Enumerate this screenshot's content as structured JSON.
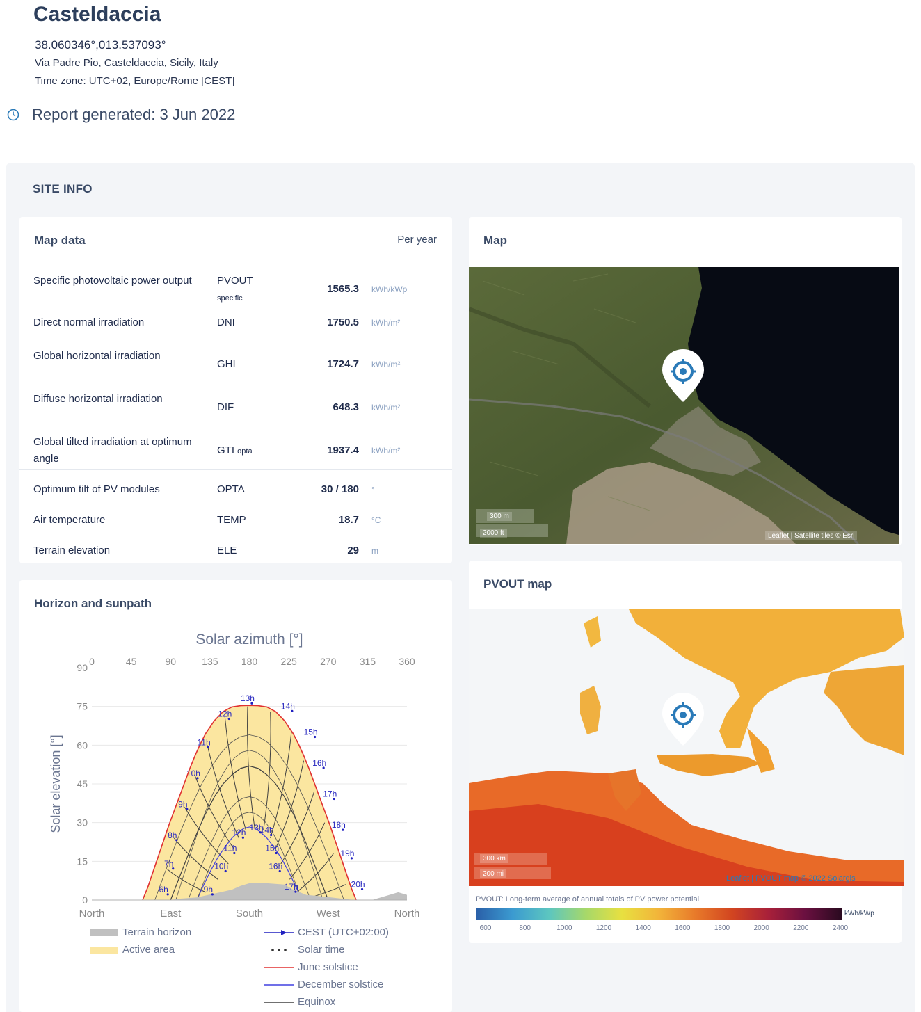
{
  "site": {
    "name": "Casteldaccia",
    "coordinates": "38.060346°,013.537093°",
    "address": "Via Padre Pio, Casteldaccia, Sicily, Italy",
    "timezone": "Time zone: UTC+02, Europe/Rome [CEST]",
    "report": "Report generated: 3 Jun 2022"
  },
  "panel": {
    "title": "SITE INFO"
  },
  "map_data": {
    "title": "Map data",
    "per_year": "Per year",
    "rows": [
      {
        "label": "Specific photovoltaic power output",
        "abbr": "PVOUT",
        "abbr_sub": "specific",
        "value": "1565.3",
        "unit": "kWh/kWp"
      },
      {
        "label": "Direct normal irradiation",
        "abbr": "DNI",
        "abbr_sub": "",
        "value": "1750.5",
        "unit": "kWh/m²"
      },
      {
        "label": "Global horizontal irradiation",
        "abbr": "GHI",
        "abbr_sub": "",
        "value": "1724.7",
        "unit": "kWh/m²"
      },
      {
        "label": "Diffuse horizontal irradiation",
        "abbr": "DIF",
        "abbr_sub": "",
        "value": "648.3",
        "unit": "kWh/m²"
      },
      {
        "label": "Global tilted irradiation at optimum angle",
        "abbr": "GTI",
        "abbr_sub": "opta",
        "value": "1937.4",
        "unit": "kWh/m²"
      },
      {
        "label": "Optimum tilt of PV modules",
        "abbr": "OPTA",
        "abbr_sub": "",
        "value": "30 / 180",
        "unit": "°"
      },
      {
        "label": "Air temperature",
        "abbr": "TEMP",
        "abbr_sub": "",
        "value": "18.7",
        "unit": "°C"
      },
      {
        "label": "Terrain elevation",
        "abbr": "ELE",
        "abbr_sub": "",
        "value": "29",
        "unit": "m"
      }
    ]
  },
  "map": {
    "title": "Map",
    "scale_km": "300 m",
    "scale_mi": "2000 ft",
    "attribution": "Leaflet | Satellite tiles © Esri"
  },
  "pvout_map": {
    "title": "PVOUT map",
    "scale_km": "300 km",
    "scale_mi": "200 mi",
    "attribution": "Leaflet | PVOUT map © 2022 Solargis",
    "caption": "PVOUT: Long-term average of annual totals of PV power potential",
    "unit": "kWh/kWp",
    "ticks": [
      "600",
      "800",
      "1000",
      "1200",
      "1400",
      "1600",
      "1800",
      "2000",
      "2200",
      "2400"
    ]
  },
  "horizon": {
    "title": "Horizon and sunpath",
    "legend": {
      "terrain": "Terrain horizon",
      "active": "Active area",
      "cest": "CEST (UTC+02:00)",
      "solar": "Solar time",
      "june": "June solstice",
      "december": "December solstice",
      "equinox": "Equinox"
    }
  },
  "colors": {
    "accent": "#2a7ab8",
    "terrain": "#c0c0c0",
    "active": "#fbe6a0",
    "june": "#e03030",
    "december": "#4040e0",
    "equinox": "#404040",
    "cest_marker": "#2020c0"
  },
  "chart_data": {
    "type": "line",
    "title": "Solar azimuth [°]",
    "xlabel": "Solar azimuth [°]",
    "ylabel": "Solar elevation [°]",
    "x_ticks": [
      0,
      45,
      90,
      135,
      180,
      225,
      270,
      315,
      360
    ],
    "x_compass": [
      "North",
      "East",
      "South",
      "West",
      "North"
    ],
    "y_ticks": [
      0,
      15,
      30,
      45,
      60,
      75,
      90
    ],
    "xlim": [
      0,
      360
    ],
    "ylim": [
      0,
      90
    ],
    "grid": true,
    "series": [
      {
        "name": "June solstice",
        "x": [
          58,
          64,
          70,
          76,
          82,
          88,
          94,
          100,
          106,
          112,
          118,
          124,
          130,
          140,
          150,
          160,
          170,
          180,
          190,
          200,
          210,
          220,
          230,
          236,
          242,
          248,
          254,
          260,
          266,
          272,
          278,
          284,
          290,
          296,
          302
        ],
        "y": [
          0,
          5,
          11,
          17,
          23,
          29,
          34.5,
          40,
          45.5,
          51,
          56,
          60.5,
          64.5,
          69.5,
          73,
          74.8,
          75.3,
          75.4,
          75.3,
          74.8,
          73,
          69.5,
          64.5,
          60.5,
          56,
          51,
          45.5,
          40,
          34.5,
          29,
          23,
          17,
          11,
          5,
          0
        ]
      },
      {
        "name": "Equinox",
        "x": [
          90,
          98,
          106,
          114,
          122,
          130,
          140,
          150,
          160,
          170,
          180,
          190,
          200,
          210,
          220,
          230,
          238,
          246,
          254,
          262,
          270
        ],
        "y": [
          0,
          7,
          14,
          21,
          27.5,
          33.5,
          40,
          45,
          48.5,
          51,
          51.9,
          51,
          48.5,
          45,
          40,
          33.5,
          27.5,
          21,
          14,
          7,
          0
        ]
      },
      {
        "name": "December solstice",
        "x": [
          120,
          128,
          136,
          144,
          152,
          160,
          168,
          174,
          180,
          186,
          192,
          200,
          208,
          216,
          224,
          232,
          240
        ],
        "y": [
          0,
          6,
          11.5,
          16.5,
          20.5,
          24,
          26.5,
          27.8,
          28.3,
          27.8,
          26.5,
          24,
          20.5,
          16.5,
          11.5,
          6,
          0
        ]
      }
    ],
    "hour_labels": [
      {
        "label": "6h",
        "x": 82,
        "y": 3
      },
      {
        "label": "7h",
        "x": 88,
        "y": 13
      },
      {
        "label": "8h",
        "x": 92,
        "y": 24
      },
      {
        "label": "9h",
        "x": 104,
        "y": 36
      },
      {
        "label": "10h",
        "x": 116,
        "y": 48
      },
      {
        "label": "11h",
        "x": 128,
        "y": 60
      },
      {
        "label": "12h",
        "x": 152,
        "y": 71
      },
      {
        "label": "13h",
        "x": 178,
        "y": 77
      },
      {
        "label": "14h",
        "x": 224,
        "y": 74
      },
      {
        "label": "15h",
        "x": 250,
        "y": 64
      },
      {
        "label": "16h",
        "x": 260,
        "y": 52
      },
      {
        "label": "17h",
        "x": 272,
        "y": 40
      },
      {
        "label": "18h",
        "x": 282,
        "y": 28
      },
      {
        "label": "19h",
        "x": 292,
        "y": 17
      },
      {
        "label": "20h",
        "x": 304,
        "y": 5
      },
      {
        "label": "9h",
        "x": 133,
        "y": 3
      },
      {
        "label": "10h",
        "x": 148,
        "y": 12
      },
      {
        "label": "11h",
        "x": 158,
        "y": 19
      },
      {
        "label": "12h",
        "x": 168,
        "y": 25
      },
      {
        "label": "13h",
        "x": 188,
        "y": 27
      },
      {
        "label": "14h",
        "x": 200,
        "y": 26
      },
      {
        "label": "15h",
        "x": 206,
        "y": 19
      },
      {
        "label": "16h",
        "x": 210,
        "y": 12
      },
      {
        "label": "17h",
        "x": 228,
        "y": 4
      }
    ],
    "terrain": {
      "x": [
        0,
        90,
        100,
        120,
        140,
        160,
        170,
        180,
        200,
        220,
        230,
        245,
        260,
        300,
        320,
        340,
        350,
        360
      ],
      "y": [
        0,
        0,
        0.5,
        1,
        2.5,
        4,
        5.5,
        6.5,
        6.5,
        6,
        4,
        2,
        1.5,
        0,
        0,
        2,
        3,
        2
      ]
    }
  }
}
